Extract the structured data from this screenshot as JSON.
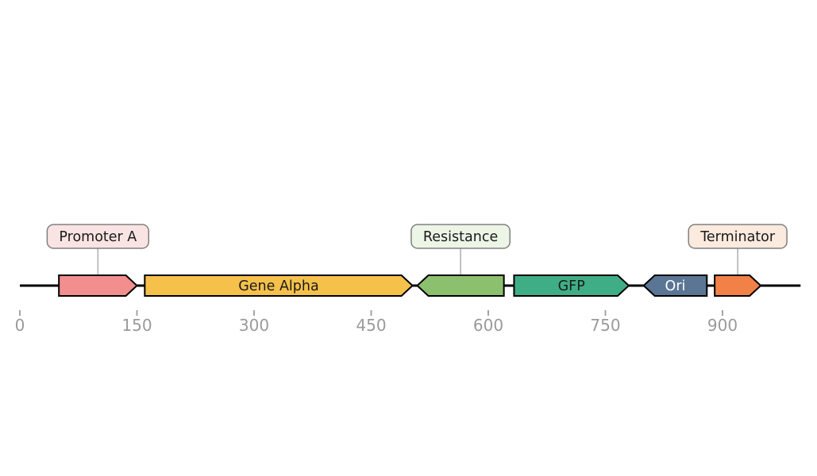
{
  "figure": {
    "background_color": "#ffffff",
    "kind": "linear genetic construct map"
  },
  "chart_data": {
    "type": "diagram",
    "subtype": "linear-gene-map",
    "backbone": {
      "start": 0,
      "end": 1000,
      "color": "#000000"
    },
    "axis": {
      "ticks": [
        0,
        150,
        300,
        450,
        600,
        750,
        900
      ],
      "tick_color": "#9a9a9a",
      "label_color": "#9a9a9a"
    },
    "features": [
      {
        "name": "Promoter A",
        "start": 50,
        "end": 150,
        "strand": "+",
        "fill": "#F28E8E",
        "text_color": "#1a1a1a",
        "label_style": "callout",
        "callout_fill": "#FAE3E3"
      },
      {
        "name": "Gene Alpha",
        "start": 160,
        "end": 503,
        "strand": "+",
        "fill": "#F5C14B",
        "text_color": "#1a1a1a",
        "label_style": "inline"
      },
      {
        "name": "Resistance",
        "start": 509,
        "end": 620,
        "strand": "-",
        "fill": "#8CC06E",
        "text_color": "#1a1a1a",
        "label_style": "callout",
        "callout_fill": "#EDF5E7"
      },
      {
        "name": "GFP",
        "start": 633,
        "end": 780,
        "strand": "+",
        "fill": "#3FAE87",
        "text_color": "#1a1a1a",
        "label_style": "inline"
      },
      {
        "name": "Ori",
        "start": 799,
        "end": 880,
        "strand": "-",
        "fill": "#5A7694",
        "text_color": "#ffffff",
        "label_style": "inline"
      },
      {
        "name": "Terminator",
        "start": 890,
        "end": 949,
        "strand": "+",
        "fill": "#F28147",
        "text_color": "#1a1a1a",
        "label_style": "callout",
        "callout_fill": "#FBEADE"
      }
    ],
    "feature_outline_color": "#000000",
    "callout_border_color": "#808080",
    "callout_text_color": "#1a1a1a",
    "leader_line_color": "#b3b3b3"
  }
}
